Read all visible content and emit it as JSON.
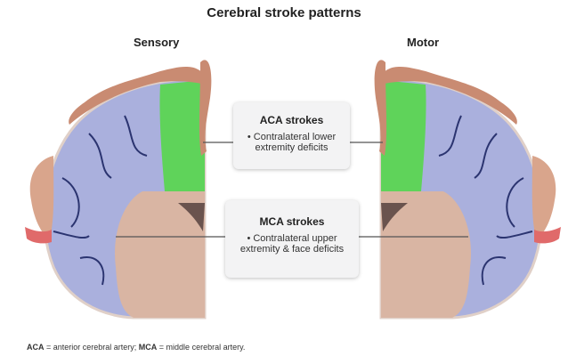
{
  "title": "Cerebral stroke patterns",
  "labels": {
    "sensory": "Sensory",
    "motor": "Motor"
  },
  "aca_box": {
    "heading": "ACA strokes",
    "text": "• Contralateral lower extremity deficits"
  },
  "mca_box": {
    "heading": "MCA strokes",
    "text": "• Contralateral upper extremity & face deficits"
  },
  "footnote": {
    "aca_abbr": "ACA",
    "aca_def": " = anterior cerebral artery; ",
    "mca_abbr": "MCA",
    "mca_def": " = middle cerebral artery."
  },
  "colors": {
    "aca_region": "#5fd35a",
    "mca_region": "#aab0dd",
    "other_region": "#d9b5a3",
    "homunculus": "#c98b72"
  }
}
